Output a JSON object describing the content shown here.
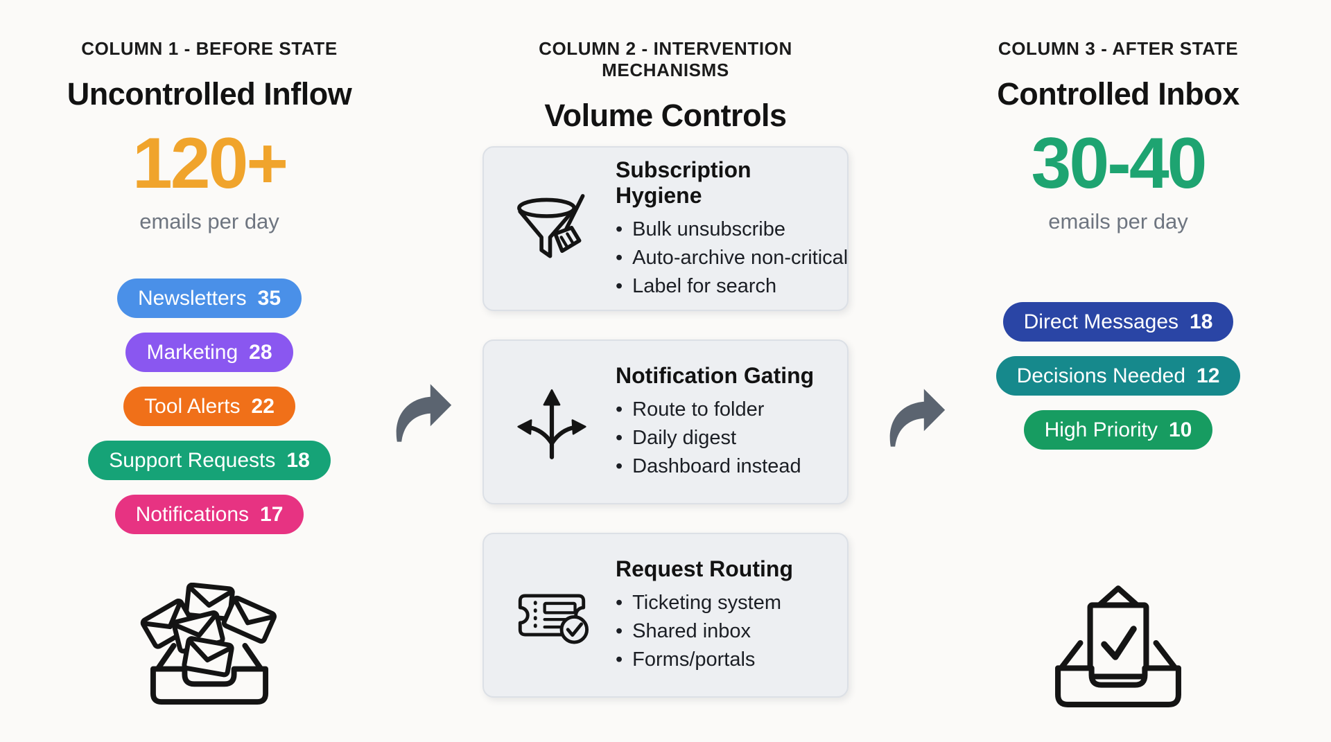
{
  "arrows": {
    "color": "#5B6470"
  },
  "columns": [
    {
      "kicker": "COLUMN 1 - BEFORE STATE",
      "title": "Uncontrolled Inflow",
      "metric": {
        "value": "120+",
        "color": "#F0A42C",
        "caption": "emails per day"
      },
      "pills": [
        {
          "label": "Newsletters",
          "count": "35",
          "color": "#4A90E8"
        },
        {
          "label": "Marketing",
          "count": "28",
          "color": "#8A57F0"
        },
        {
          "label": "Tool Alerts",
          "count": "22",
          "color": "#F07019"
        },
        {
          "label": "Support Requests",
          "count": "18",
          "color": "#16A377"
        },
        {
          "label": "Notifications",
          "count": "17",
          "color": "#E73382"
        }
      ],
      "icon": "overflowing-inbox"
    },
    {
      "kicker": "COLUMN 2 - INTERVENTION MECHANISMS",
      "title": "Volume Controls",
      "cards": [
        {
          "icon": "funnel-broom",
          "title": "Subscription Hygiene",
          "bullets": [
            "Bulk unsubscribe",
            "Auto-archive non-critical",
            "Label for search"
          ]
        },
        {
          "icon": "branching-arrows",
          "title": "Notification Gating",
          "bullets": [
            "Route to folder",
            "Daily digest",
            "Dashboard instead"
          ]
        },
        {
          "icon": "ticket-check",
          "title": "Request Routing",
          "bullets": [
            "Ticketing system",
            "Shared inbox",
            "Forms/portals"
          ]
        }
      ]
    },
    {
      "kicker": "COLUMN 3 - AFTER STATE",
      "title": "Controlled Inbox",
      "metric": {
        "value": "30-40",
        "color": "#1EA471",
        "caption": "emails per day"
      },
      "pills": [
        {
          "label": "Direct Messages",
          "count": "18",
          "color": "#2A45A5"
        },
        {
          "label": "Decisions Needed",
          "count": "12",
          "color": "#16898C"
        },
        {
          "label": "High Priority",
          "count": "10",
          "color": "#179C61"
        }
      ],
      "icon": "inbox-check"
    }
  ]
}
